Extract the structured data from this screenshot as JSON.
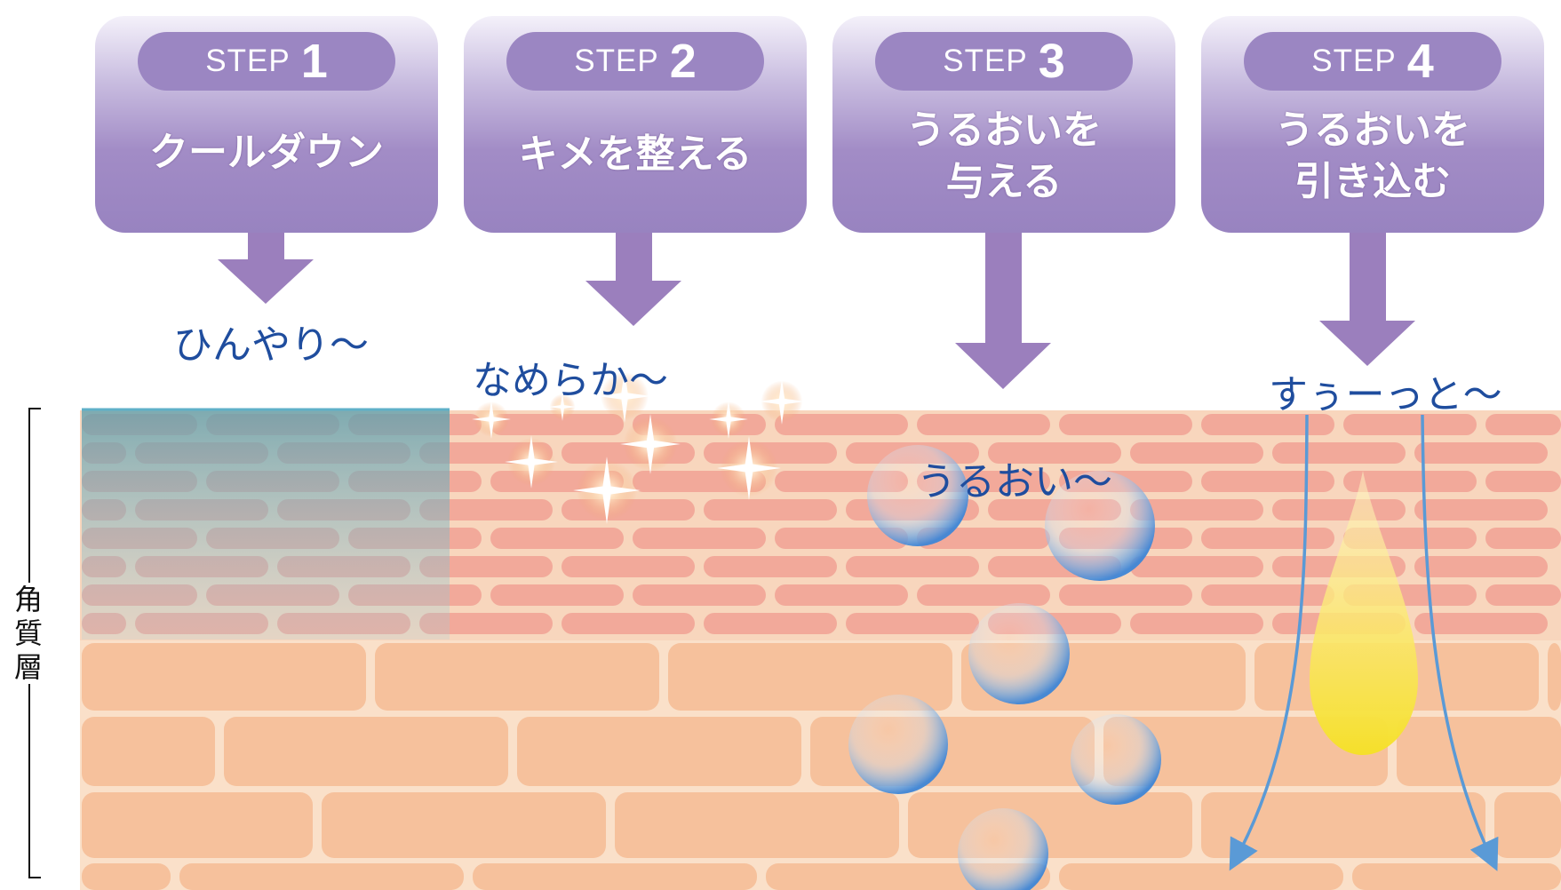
{
  "steps": [
    {
      "word": "STEP",
      "num": "1",
      "title": "クールダウン"
    },
    {
      "word": "STEP",
      "num": "2",
      "title": "キメを整える"
    },
    {
      "word": "STEP",
      "num": "3",
      "title": "うるおいを\n与える"
    },
    {
      "word": "STEP",
      "num": "4",
      "title": "うるおいを\n引き込む"
    }
  ],
  "callouts": {
    "step1": "ひんやり〜",
    "step2": "なめらか〜",
    "step3": "うるおい〜",
    "step4": "すぅーっと〜"
  },
  "side_label": "角質層",
  "colors": {
    "step_card": "#9883c0",
    "step_pill": "#9b86c2",
    "arrow": "#9b7fbd",
    "callout_text": "#1f4d9e",
    "stratum_corneum": "#f2a99a",
    "lower_cells": "#f6c19c",
    "cool_overlay": "#7fa8b4",
    "droplet": "#f5e83a",
    "bubble": "#4f8fd6",
    "flow_arrow": "#5a9ad6"
  }
}
